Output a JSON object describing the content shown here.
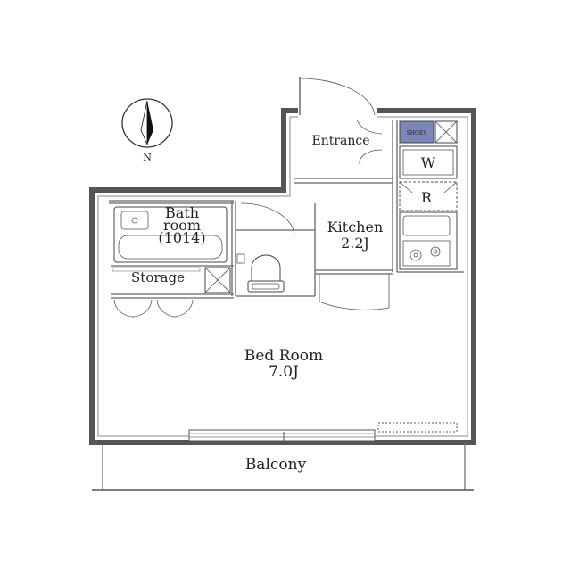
{
  "compass": {
    "label": "N"
  },
  "rooms": {
    "entrance": "Entrance",
    "kitchen_name": "Kitchen",
    "kitchen_size": "2.2J",
    "bath_line1": "Bath",
    "bath_line2": "room",
    "bath_line3": "(1014)",
    "storage": "Storage",
    "bedroom_name": "Bed Room",
    "bedroom_size": "7.0J",
    "balcony": "Balcony"
  },
  "fixtures": {
    "washer": "W",
    "refrigerator": "R",
    "shoebox": "SHOES"
  }
}
